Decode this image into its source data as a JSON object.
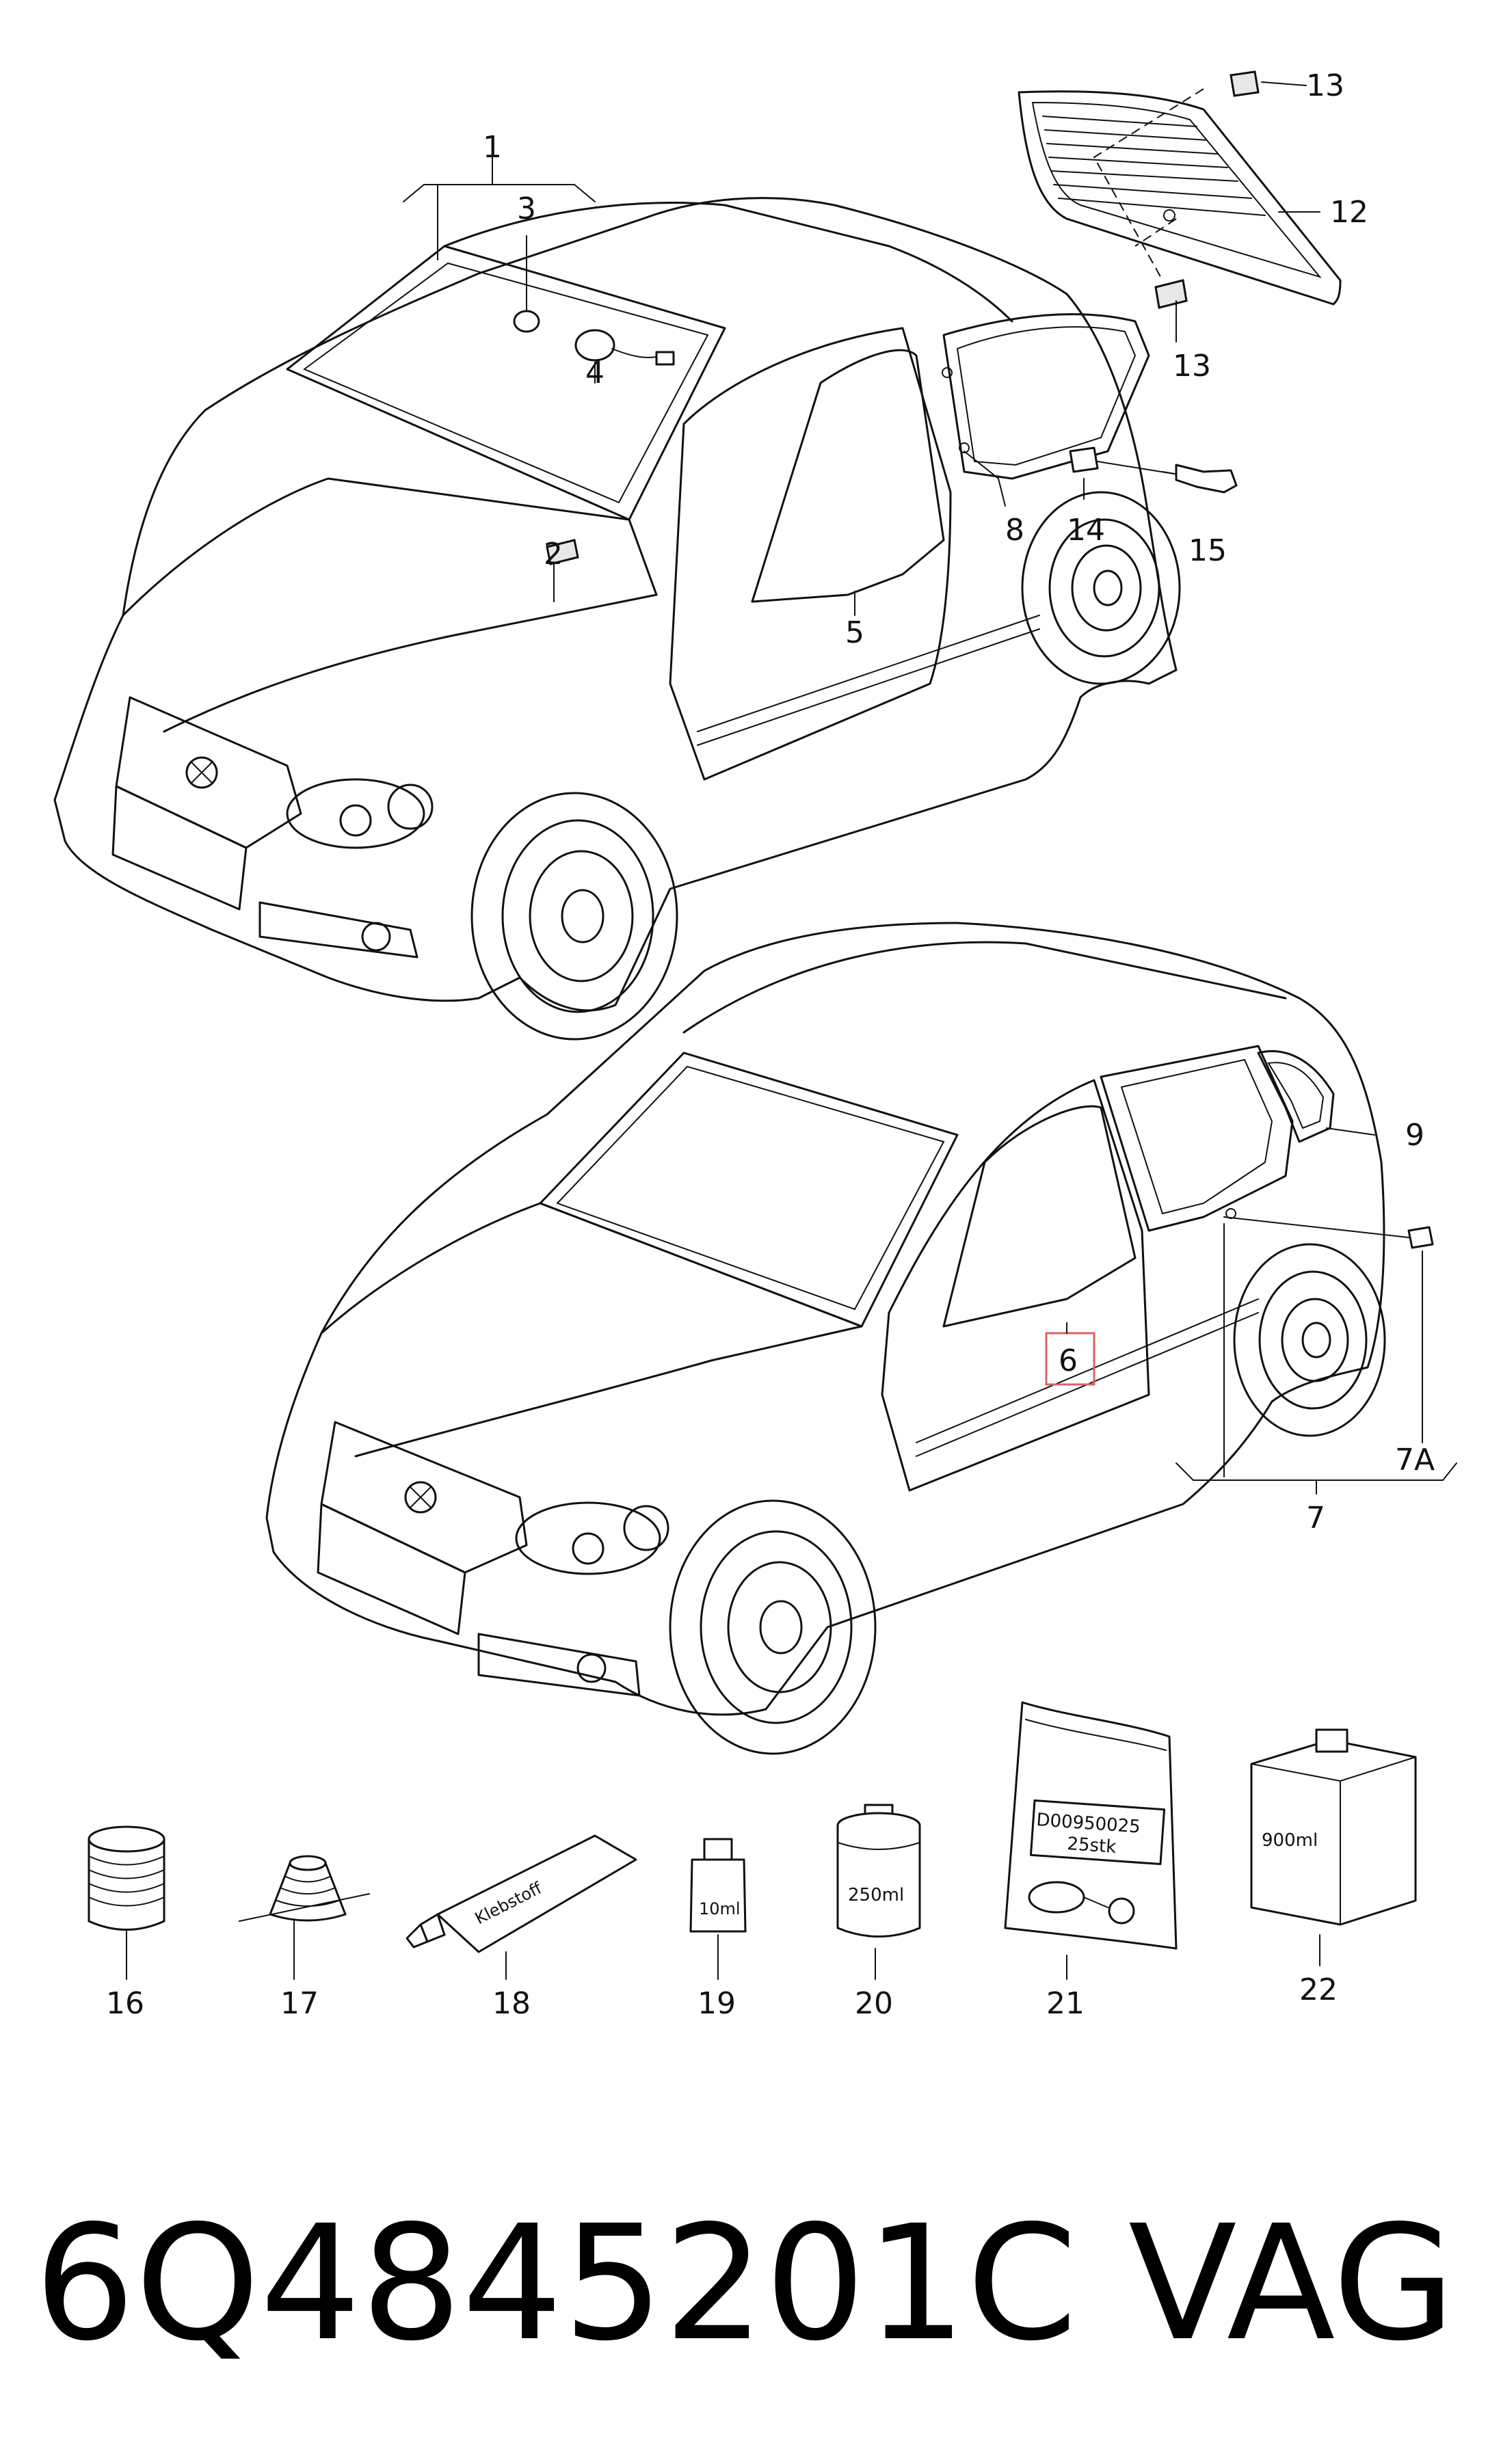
{
  "callouts": {
    "c1": "1",
    "c2": "2",
    "c3": "3",
    "c4": "4",
    "c5": "5",
    "c6": "6",
    "c7": "7",
    "c7a": "7A",
    "c8": "8",
    "c9": "9",
    "c12": "12",
    "c13a": "13",
    "c13b": "13",
    "c14": "14",
    "c15": "15",
    "c16": "16",
    "c17": "17",
    "c18": "18",
    "c19": "19",
    "c20": "20",
    "c21": "21",
    "c22": "22"
  },
  "labels": {
    "tube": "Klebstoff",
    "bottle_small": "10ml",
    "can": "250ml",
    "bag_line1": "D00950025",
    "bag_line2": "25stk",
    "canister": "900ml"
  },
  "footer": {
    "part_number": "6Q4845201C",
    "brand": "VAG"
  },
  "colors": {
    "line": "#111111",
    "highlight": "#e06060"
  }
}
